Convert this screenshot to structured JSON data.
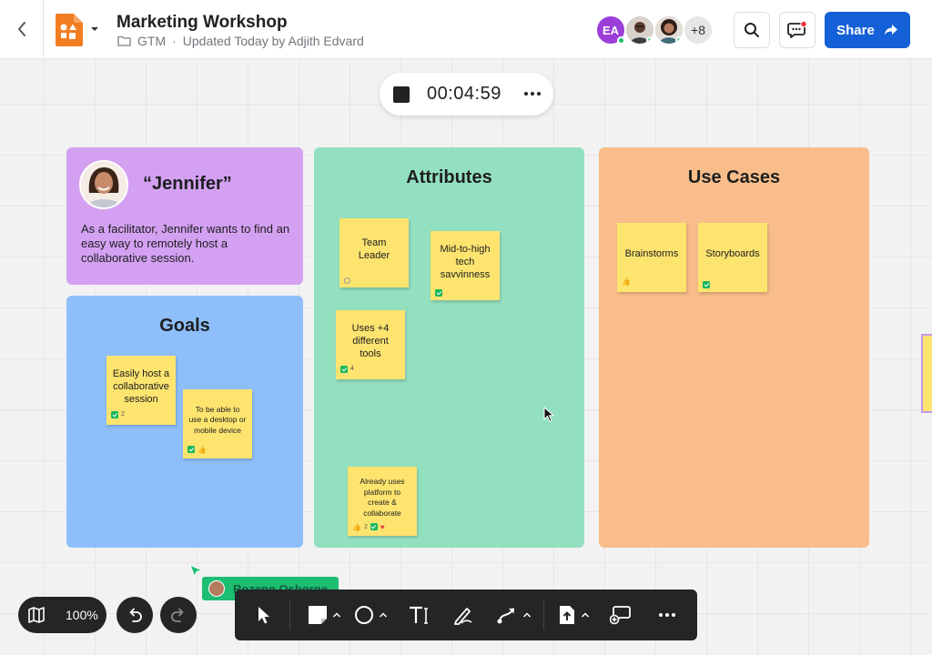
{
  "header": {
    "board_title": "Marketing Workshop",
    "folder": "GTM",
    "separator": "·",
    "updated": "Updated Today by Adjith Edvard",
    "avatars": [
      {
        "initials": "EA",
        "color": "#9b3fd8"
      },
      {
        "initials": "",
        "color": "#4b3a32"
      },
      {
        "initials": "",
        "color": "#6d4a3a"
      }
    ],
    "more_count": "+8",
    "share_label": "Share"
  },
  "timer": {
    "time": "00:04:59"
  },
  "frames": {
    "persona": {
      "name": "“Jennifer”",
      "description": "As a facilitator, Jennifer wants to find an easy way to remotely host a collaborative session."
    },
    "goals": {
      "title": "Goals",
      "notes": [
        {
          "text": "Easily host a collaborative session",
          "votes": "2"
        },
        {
          "text": "To be able to use a desktop or mobile device"
        }
      ]
    },
    "attributes": {
      "title": "Attributes",
      "notes": [
        {
          "text": "Team Leader"
        },
        {
          "text": "Mid-to-high tech savvinness"
        },
        {
          "text": "Uses +4 different tools",
          "votes": "4"
        },
        {
          "text": "Already uses platform to create & collaborate",
          "likes": "2"
        }
      ]
    },
    "usecases": {
      "title": "Use Cases",
      "notes": [
        {
          "text": "Brainstorms"
        },
        {
          "text": "Storyboards"
        }
      ]
    }
  },
  "collaborator": {
    "name": "Rozenn Osborne"
  },
  "canvas": {
    "zoom": "100%"
  },
  "icons": {
    "back": "chevron-left-icon",
    "app": "whiteboard-app-icon",
    "folder": "folder-icon",
    "search": "search-icon",
    "comments": "chat-icon",
    "share": "share-arrow-icon",
    "stop": "stop-icon",
    "more": "more-horizontal-icon"
  },
  "colors": {
    "persona": "#d4a1f2",
    "goals": "#8ebffb",
    "attributes": "#93e0c0",
    "usecases": "#f8bd8a",
    "sticky": "#fde46f",
    "share": "#1460d6",
    "collaborator": "#1dbd73"
  }
}
